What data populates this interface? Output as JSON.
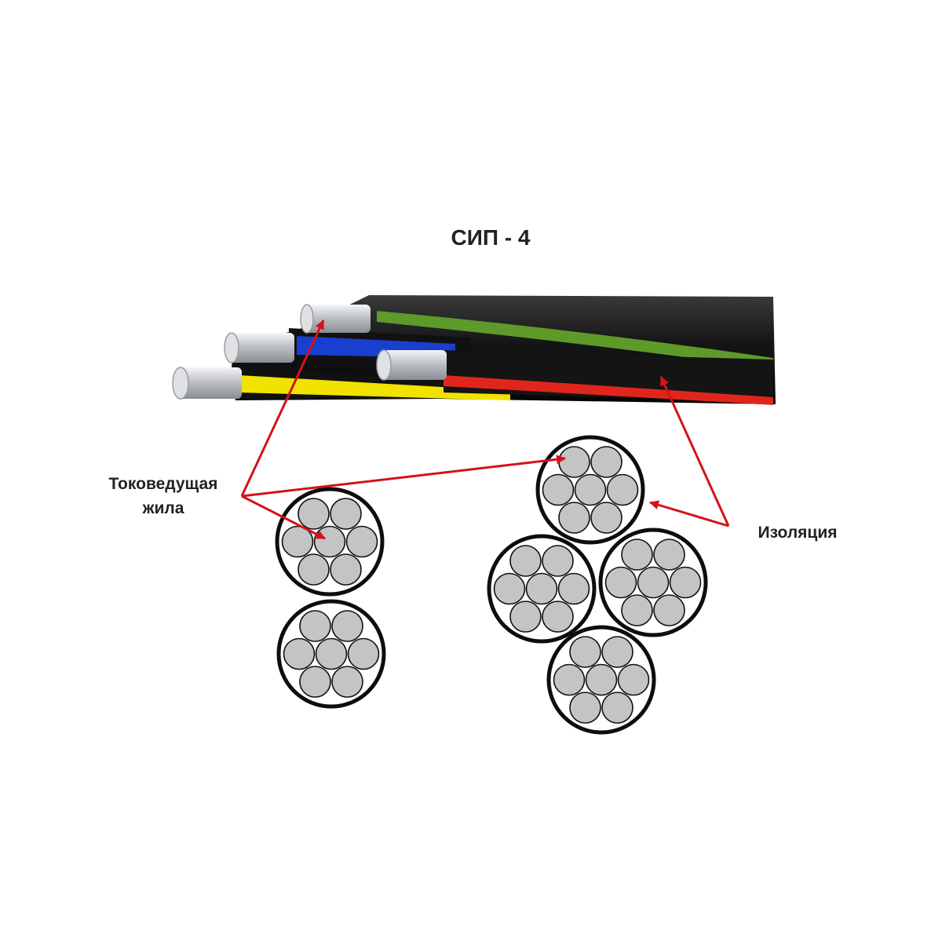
{
  "title": "СИП - 4",
  "labels": {
    "conductor_line1": "Токоведущая",
    "conductor_line2": "жила",
    "insulation": "Изоляция"
  },
  "colors": {
    "sheath": "#1a1a1a",
    "stripe_yellow": "#f2e200",
    "stripe_blue": "#1a3fd0",
    "stripe_green": "#5e9a2a",
    "stripe_red": "#e0261c",
    "aluminum": "#c9ccd0",
    "wire_fill": "#c4c4c4",
    "arrow": "#d3121a"
  },
  "cross_sections": {
    "left_group_count": 2,
    "right_group_count": 4,
    "wires_per_conductor": 7
  }
}
